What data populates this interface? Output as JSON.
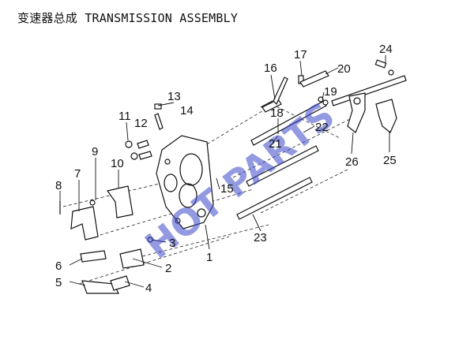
{
  "title": "变速器总成 TRANSMISSION ASSEMBLY",
  "watermark": "HOT PARTS",
  "callouts": [
    "1",
    "2",
    "3",
    "4",
    "5",
    "6",
    "7",
    "8",
    "9",
    "10",
    "11",
    "12",
    "13",
    "14",
    "15",
    "16",
    "17",
    "18",
    "19",
    "20",
    "21",
    "22",
    "23",
    "24",
    "25",
    "26"
  ]
}
